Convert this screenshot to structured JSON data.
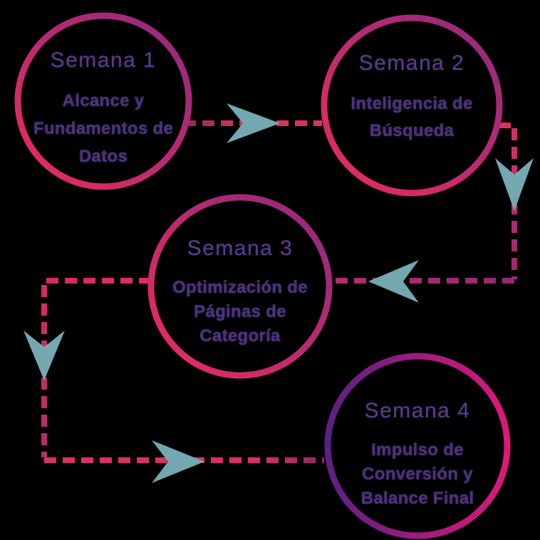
{
  "diagram": {
    "type": "flowchart-roadmap",
    "background_color": "#000000",
    "nodes": [
      {
        "id": "semana-1",
        "title": "Semana 1",
        "subtitle_lines": [
          "Alcance y",
          "Fundamentos de",
          "Datos"
        ]
      },
      {
        "id": "semana-2",
        "title": "Semana 2",
        "subtitle_lines": [
          "Inteligencia de",
          "Búsqueda"
        ]
      },
      {
        "id": "semana-3",
        "title": "Semana 3",
        "subtitle_lines": [
          "Optimización de",
          "Páginas de",
          "Categoría"
        ]
      },
      {
        "id": "semana-4",
        "title": "Semana 4",
        "subtitle_lines": [
          "Impulso de",
          "Conversión y",
          "Balance Final"
        ]
      }
    ],
    "connectors": [
      {
        "from": "semana-1",
        "to": "semana-2",
        "style": "dashed",
        "arrowheads": 1
      },
      {
        "from": "semana-2",
        "to": "semana-3",
        "style": "dashed",
        "arrowheads": 2
      },
      {
        "from": "semana-3",
        "to": "semana-4",
        "style": "dashed",
        "arrowheads": 2
      }
    ],
    "colors": {
      "pink": "#E92C5E",
      "purple": "#8F2980",
      "deep_purple": "#5A2183",
      "magenta": "#DD1879",
      "dash_pink": "#D93164",
      "dash_red": "#E62A5C",
      "dash_purple": "#98296F",
      "dash_mauve": "#B02E6E",
      "dash_maroon": "#8E2A5A",
      "dash_end": "#8F2568",
      "teal": "#74A8B0",
      "title_text": "#5C3795",
      "subtitle_text": "#4E2D87"
    }
  }
}
